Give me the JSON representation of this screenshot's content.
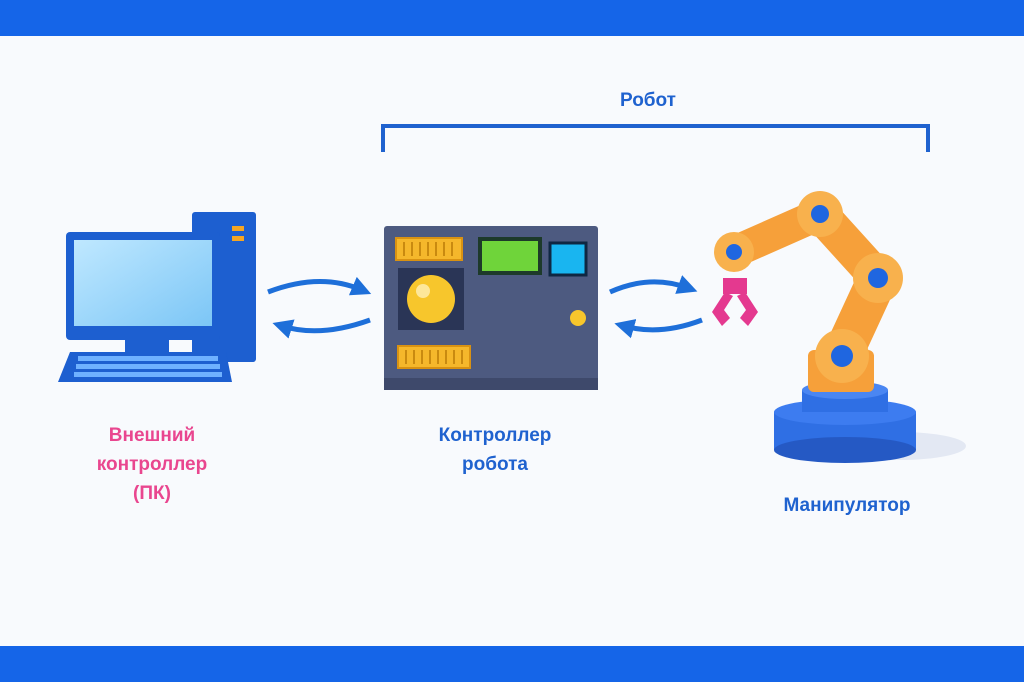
{
  "labels": {
    "robot": "Робот",
    "pc": "Внешний\nконтроллер\n(ПК)",
    "controller": "Контроллер\nробота",
    "manipulator": "Манипулятор"
  },
  "colors": {
    "band": "#1565e8",
    "pc_label": "#e9468f",
    "label": "#1f62cf",
    "arrow": "#1e6fd9",
    "arm": "#f6a03a",
    "base": "#2f6fe4",
    "gripper": "#e4398f",
    "panel": "#4d5a80",
    "screen": "#8ed4ff"
  },
  "icons": [
    "computer-icon",
    "robot-controller-icon",
    "robot-arm-icon"
  ]
}
